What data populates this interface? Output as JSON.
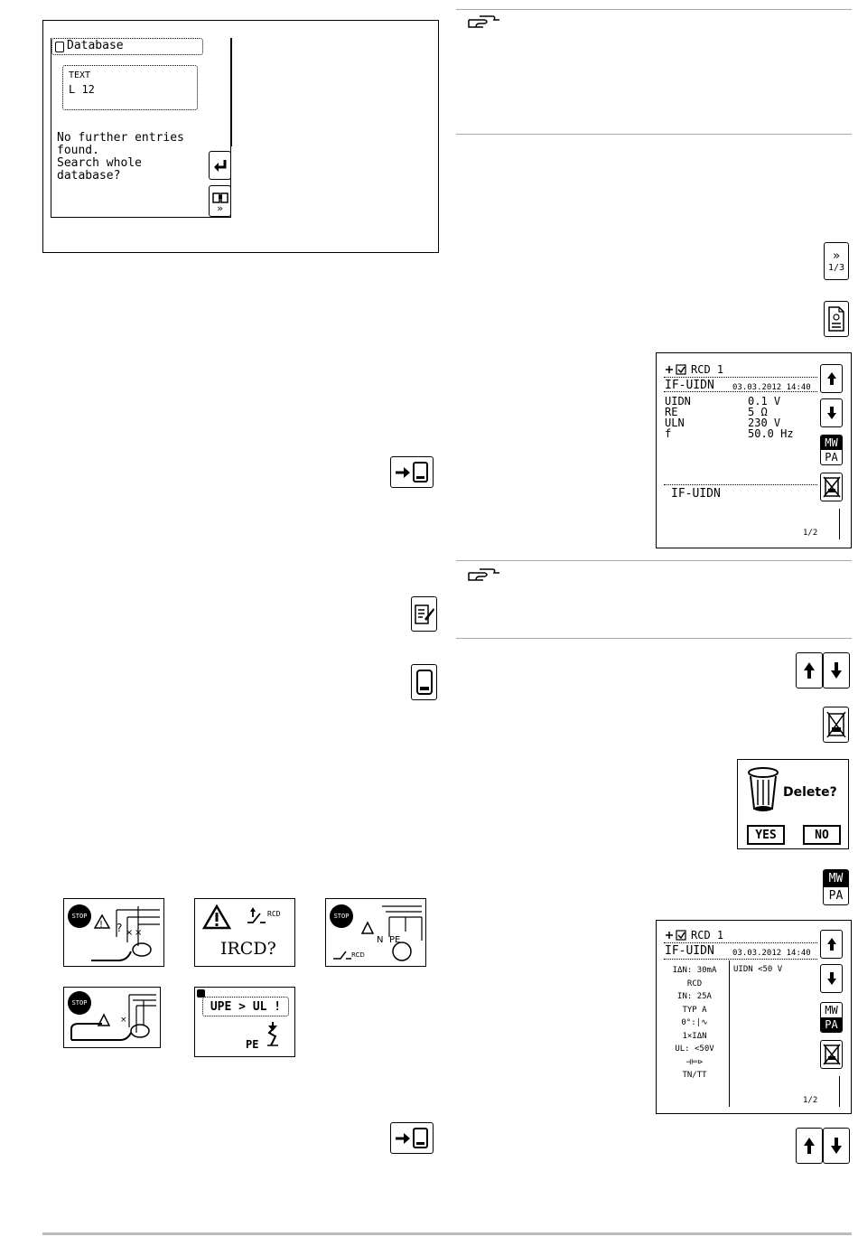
{
  "db_screen": {
    "title": "Database",
    "field_label": "TEXT",
    "field_value": "L 12",
    "message_lines": [
      "No further entries",
      "found.",
      "Search whole",
      "database?"
    ],
    "next_label": "»"
  },
  "pager_button": {
    "arrows": "»",
    "page": "1/3"
  },
  "rcd_screen_1": {
    "header": "RCD 1",
    "test_name": "IF-UIDN",
    "datetime": "03.03.2012 14:40",
    "rows": [
      {
        "label": "UIDN",
        "value": "0.1 V"
      },
      {
        "label": "RE",
        "value": "5 Ω"
      },
      {
        "label": "ULN",
        "value": "230 V"
      },
      {
        "label": "f",
        "value": "50.0 Hz"
      }
    ],
    "footer_test": "IF-UIDN",
    "page": "1/2",
    "mw": "MW",
    "pa": "PA"
  },
  "delete_dialog": {
    "question": "Delete?",
    "yes": "YES",
    "no": "NO"
  },
  "mw_pa_button": {
    "mw": "MW",
    "pa": "PA"
  },
  "rcd_screen_2": {
    "header": "RCD 1",
    "test_name": "IF-UIDN",
    "datetime": "03.03.2012 14:40",
    "params": [
      "IΔN:  30mA",
      "RCD",
      "IN:   25A",
      "TYP   A",
      "0°:|∿",
      "1×IΔN",
      "UL:  <50V",
      "⊣⊨⊳",
      "TN/TT"
    ],
    "limit": "UIDN <50 V",
    "page": "1/2",
    "mw": "MW",
    "pa": "PA"
  },
  "warnings": {
    "ircd_label": "IRCD?",
    "rcd_label": "RCD",
    "upe_label": "UPE > UL !",
    "pe_label": "PE",
    "stop_label": "STOP"
  }
}
